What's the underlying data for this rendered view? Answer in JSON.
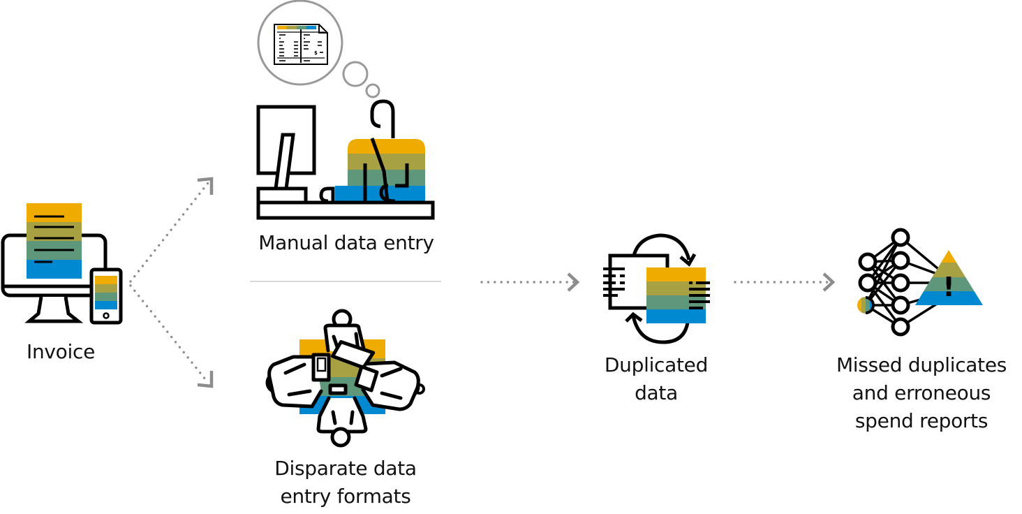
{
  "diagram": {
    "nodes": [
      {
        "id": "invoice",
        "label": "Invoice",
        "icon": "invoice-monitor-phone-icon"
      },
      {
        "id": "manual",
        "label": "Manual data entry",
        "icon": "person-at-computer-icon"
      },
      {
        "id": "disparate",
        "label_lines": [
          "Disparate data",
          "entry formats"
        ],
        "icon": "people-around-table-icon"
      },
      {
        "id": "duplicated",
        "label_lines": [
          "Duplicated",
          "data"
        ],
        "icon": "duplicate-documents-icon"
      },
      {
        "id": "missed",
        "label_lines": [
          "Missed duplicates",
          "and erroneous",
          "spend reports"
        ],
        "icon": "neural-network-warning-icon"
      }
    ],
    "edges": [
      {
        "from": "invoice",
        "to": "manual",
        "style": "dotted-arrow"
      },
      {
        "from": "invoice",
        "to": "disparate",
        "style": "dotted-arrow"
      },
      {
        "from": "manual+disparate",
        "to": "duplicated",
        "style": "dotted-arrow"
      },
      {
        "from": "duplicated",
        "to": "missed",
        "style": "dotted-arrow"
      }
    ],
    "thought_bubble_icon": "spreadsheet-invoice-icon",
    "currency_symbol": "$",
    "warning_symbol": "!"
  },
  "palette": {
    "gold": "#EFAB00",
    "olive": "#A8A144",
    "teal": "#5E977A",
    "blue": "#0089D1",
    "arrow_grey": "#8C8C8C",
    "divider_grey": "#D9D9D9"
  }
}
